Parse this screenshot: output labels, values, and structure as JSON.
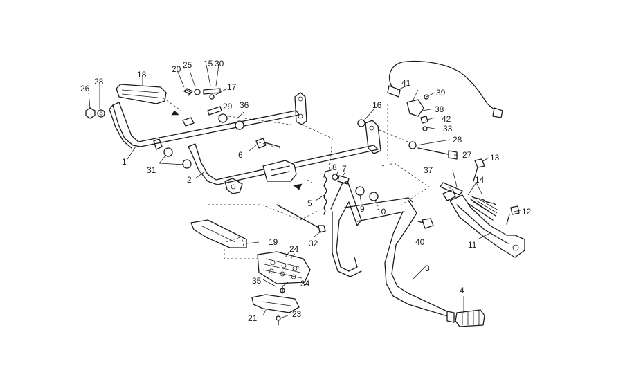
{
  "callouts": {
    "c1": "1",
    "c2": "2",
    "c3": "3",
    "c4": "4",
    "c5": "5",
    "c6": "6",
    "c7": "7",
    "c8": "8",
    "c9": "9",
    "c10": "10",
    "c11": "11",
    "c12": "12",
    "c13": "13",
    "c14": "14",
    "c15": "15",
    "c16": "16",
    "c17": "17",
    "c18": "18",
    "c19": "19",
    "c20": "20",
    "c21": "21",
    "c23": "23",
    "c24": "24",
    "c25": "25",
    "c26": "26",
    "c27": "27",
    "c28a": "28",
    "c28b": "28",
    "c29": "29",
    "c30": "30",
    "c31": "31",
    "c32": "32",
    "c33": "33",
    "c34": "34",
    "c35": "35",
    "c36": "36",
    "c37": "37",
    "c38": "38",
    "c39": "39",
    "c40": "40",
    "c41": "41",
    "c42": "42"
  }
}
